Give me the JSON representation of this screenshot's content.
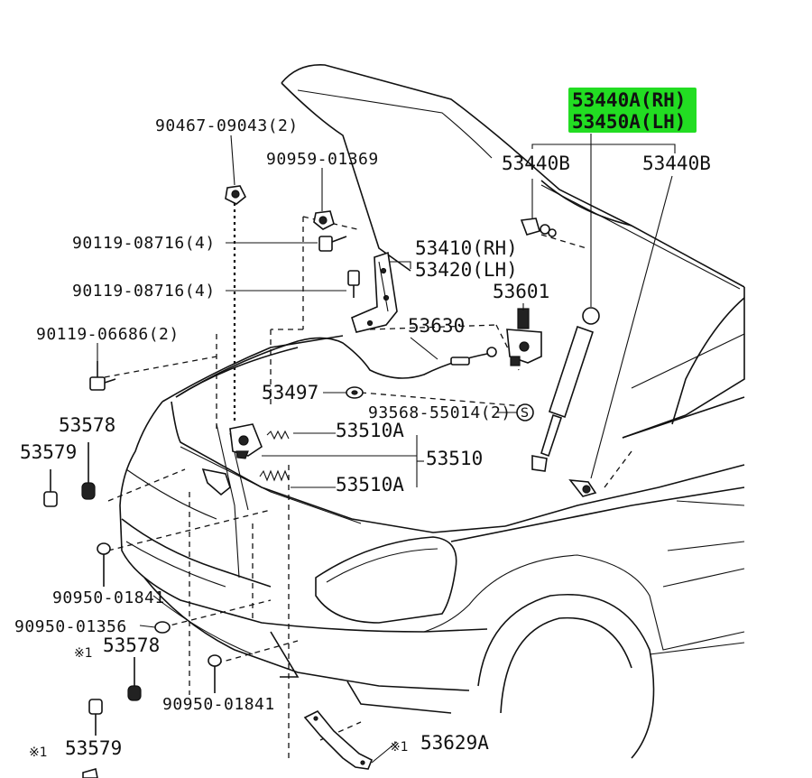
{
  "highlight_color": "#22dd22",
  "labels": {
    "strut_rh": "53440A(RH)",
    "strut_lh": "53450A(LH)",
    "stud_left": "53440B",
    "stud_right": "53440B",
    "nut_2": "90467-09043(2)",
    "nut_01369": "90959-01369",
    "bolt_08716_a": "90119-08716(4)",
    "bolt_08716_b": "90119-08716(4)",
    "bolt_06686": "90119-06686(2)",
    "hinge_rh": "53410(RH)",
    "hinge_lh": "53420(LH)",
    "bracket": "53601",
    "cable": "53630",
    "grommet": "53497",
    "clamp": "93568-55014(2)",
    "clamp_mark": "S",
    "cushion_a": "53578",
    "cushion_b": "53579",
    "lock_spring_a": "53510A",
    "lock_assy": "53510",
    "lock_spring_b": "53510A",
    "clip_a": "90950-01841",
    "clip_b": "90950-01356",
    "cushion_c": "53578",
    "mark_c": "※1",
    "clip_c": "90950-01841",
    "cushion_d": "53579",
    "mark_d": "※1",
    "support": "53629A",
    "mark_e": "※1"
  }
}
